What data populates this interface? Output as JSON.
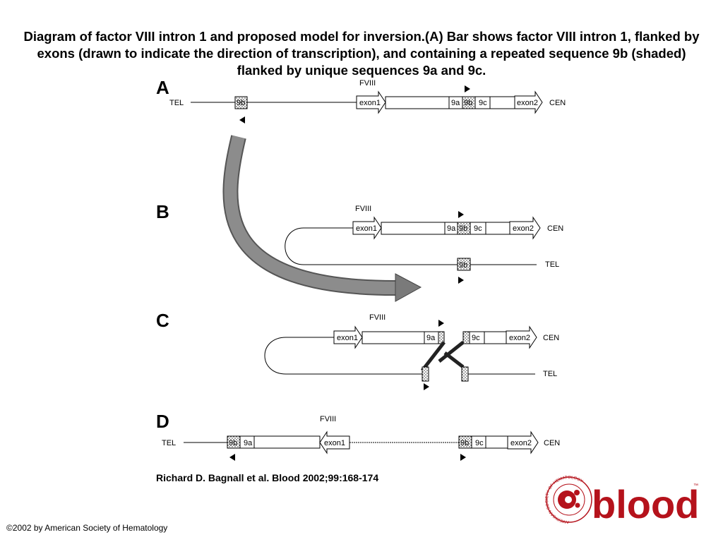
{
  "title": "Diagram of factor VIII intron 1 and proposed model for inversion.(A) Bar shows factor VIII intron 1, flanked by exons (drawn to indicate the direction of transcription), and containing a repeated sequence 9b (shaded) flanked by unique sequences 9a and 9c.",
  "citation": "Richard D. Bagnall et al. Blood 2002;99:168-174",
  "copyright": "©2002 by American Society of Hematology",
  "logo": {
    "text": "blood",
    "tm": "™",
    "ring_text": "AMERICAN SOCIETY OF HEMATOLOGY",
    "brand_color": "#b5121b"
  },
  "panels": {
    "a": {
      "letter": "A",
      "fviii": "FVIII",
      "tel": "TEL",
      "cen": "CEN",
      "exon1": "exon1",
      "exon2": "exon2",
      "r9a": "9a",
      "r9b_left": "9b",
      "r9b_right": "9b",
      "r9c": "9c"
    },
    "b": {
      "letter": "B",
      "fviii": "FVIII",
      "tel": "TEL",
      "cen": "CEN",
      "exon1": "exon1",
      "exon2": "exon2",
      "r9a": "9a",
      "r9b_top": "9b",
      "r9b_bottom": "9b",
      "r9c": "9c"
    },
    "c": {
      "letter": "C",
      "fviii": "FVIII",
      "tel": "TEL",
      "cen": "CEN",
      "exon1": "exon1",
      "exon2": "exon2",
      "r9a": "9a",
      "r9c": "9c"
    },
    "d": {
      "letter": "D",
      "fviii": "FVIII",
      "tel": "TEL",
      "cen": "CEN",
      "exon1": "exon1",
      "exon2": "exon2",
      "r9a": "9a",
      "r9b_left": "9b",
      "r9b_right": "9b",
      "r9c": "9c"
    }
  }
}
